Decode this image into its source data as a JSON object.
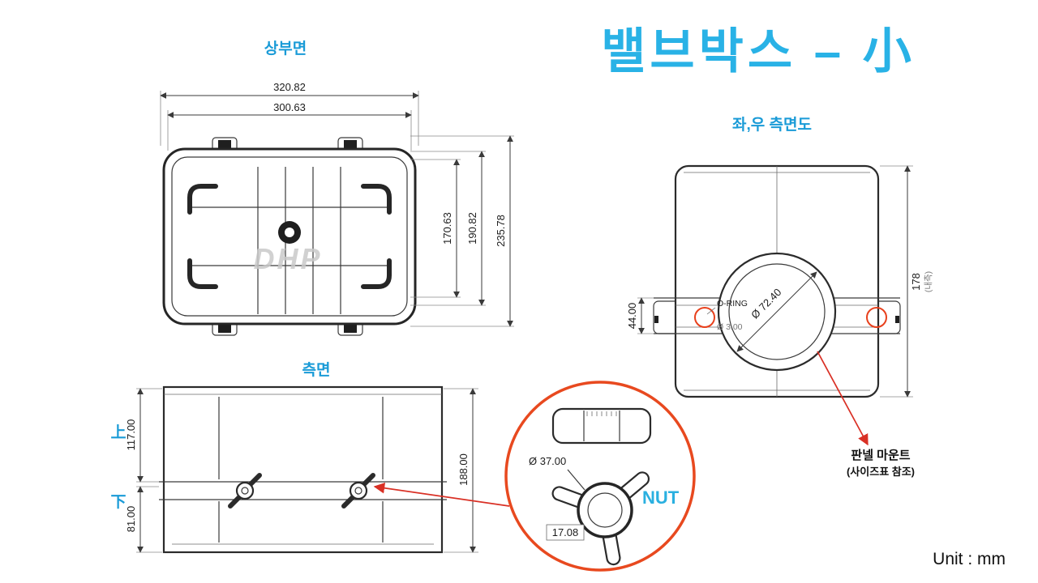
{
  "title": "밸브박스 – 小",
  "unit": "Unit : mm",
  "colors": {
    "accent": "#29b2e6",
    "label_blue": "#1a9bd7",
    "callout_red": "#e8401c",
    "line": "#2b2b2b"
  },
  "views": {
    "top": {
      "label": "상부면",
      "watermark": "DHP",
      "dim_outer_w": "320.82",
      "dim_inner_w": "300.63",
      "dim_h1": "170.63",
      "dim_h2": "190.82",
      "dim_h3": "235.78"
    },
    "lr": {
      "label": "좌,우 측면도",
      "dim_flange": "44.00",
      "dim_circle": "Ø 72.40",
      "oring_label": "O-RING",
      "oring_dia": "Ø 3.00",
      "dim_height": "178",
      "dim_height_note": "(내측)"
    },
    "side": {
      "label": "측면",
      "up": "上",
      "down": "下",
      "dim_upper": "117.00",
      "dim_lower": "81.00",
      "dim_total": "188.00"
    },
    "nut": {
      "label": "NUT",
      "dim_dia": "Ø 37.00",
      "dim_h": "17.08"
    },
    "panel_mount": {
      "line1": "판넬 마운트",
      "line2": "(사이즈표 참조)"
    }
  }
}
